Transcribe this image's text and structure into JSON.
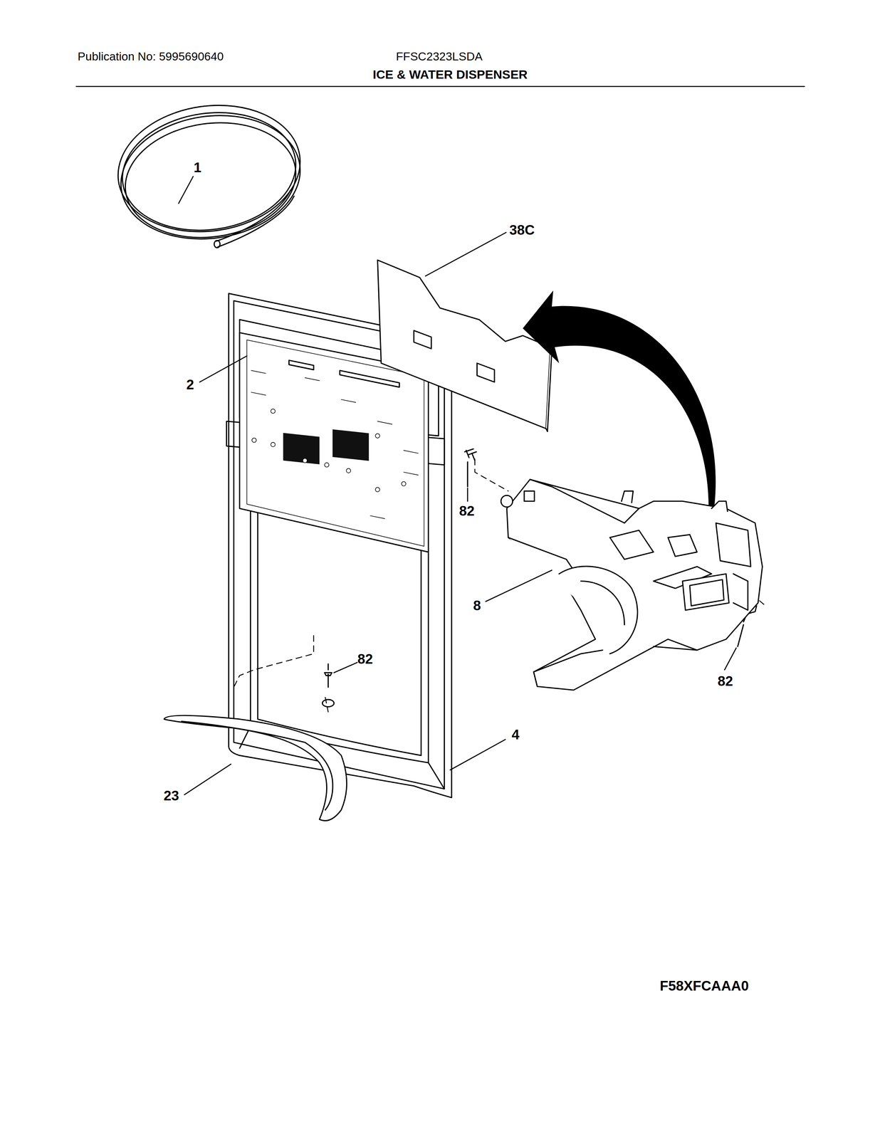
{
  "diagram": {
    "title": "ICE & WATER DISPENSER",
    "labels": [
      "Publication No: 5995690640",
      "FFSC2323LSDA",
      "1",
      "38C",
      "2",
      "82",
      "8",
      "82",
      "82",
      "4",
      "23",
      "F58XFCAAA0"
    ]
  }
}
